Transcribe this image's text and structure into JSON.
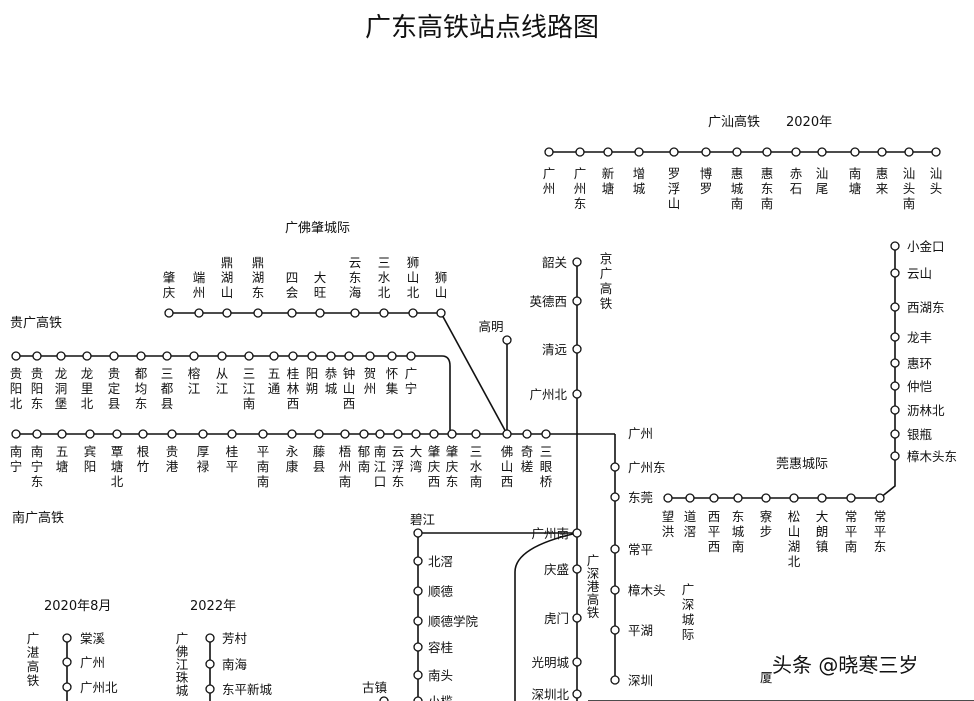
{
  "title": "广东高铁站点线路图",
  "watermark": "头条 @晓寒三岁",
  "lines": {
    "shantou": {
      "name": "广汕高铁",
      "year": "2020年",
      "stations": [
        "广\n州",
        "广\n州\n东",
        "新\n塘",
        "增\n城",
        "罗\n浮\n山",
        "博\n罗",
        "惠\n城\n南",
        "惠\n东\n南",
        "赤\n石",
        "汕\n尾",
        "南\n塘",
        "惠\n来",
        "汕\n头\n南",
        "汕\n头"
      ]
    },
    "foshan_zhaoqing": {
      "name": "广佛肇城际",
      "stations": [
        "肇\n庆",
        "端\n州",
        "鼎\n湖\n山",
        "鼎\n湖\n东",
        "四\n会",
        "大\n旺",
        "云\n东\n海",
        "三\n水\n北",
        "狮\n山\n北",
        "狮\n山"
      ]
    },
    "guiguang": {
      "name": "贵广高铁",
      "stations": [
        "贵\n阳\n北",
        "贵\n阳\n东",
        "龙\n洞\n堡",
        "龙\n里\n北",
        "贵\n定\n县",
        "都\n均\n东",
        "三\n都\n县",
        "榕\n江",
        "从\n江",
        "三\n江\n南",
        "五\n通",
        "桂\n林\n西",
        "阳\n朔",
        "恭\n城",
        "钟\n山\n西",
        "贺\n州",
        "怀\n集",
        "广\n宁"
      ]
    },
    "nanguang": {
      "name": "南广高铁",
      "stations": [
        "南\n宁",
        "南\n宁\n东",
        "五\n塘",
        "宾\n阳",
        "覃\n塘\n北",
        "根\n竹",
        "贵\n港",
        "厚\n禄",
        "桂\n平",
        "平\n南\n南",
        "永\n康",
        "藤\n县",
        "梧\n州\n南",
        "郁\n南",
        "南\n江\n口",
        "云\n浮\n东",
        "大\n湾",
        "肇\n庆\n西",
        "肇\n庆\n东",
        "三\n水\n南",
        "佛\n山\n西",
        "奇\n槎",
        "三\n眼\n桥"
      ],
      "terminal": "广州"
    },
    "gaoming": "高明",
    "jingguang": {
      "name": "京\n广\n高\n铁",
      "stations": [
        "韶关",
        "英德西",
        "清远",
        "广州北"
      ]
    },
    "guangshen": {
      "stations": [
        "广州东",
        "东莞",
        "常平",
        "樟木头",
        "平湖",
        "深圳"
      ],
      "name": "广\n深\n城\n际"
    },
    "dongguan_huizhou": {
      "name": "莞惠城际",
      "stations": [
        "小金口",
        "云山",
        "西湖东",
        "龙丰",
        "惠环",
        "仲恺",
        "沥林北",
        "银瓶",
        "樟木头东"
      ],
      "lower_stations": [
        "望\n洪",
        "道\n滘",
        "西\n平\n西",
        "东\n城\n南",
        "寮\n步",
        "松\n山\n湖\n北",
        "大\n朗\n镇",
        "常\n平\n南",
        "常\n平\n东"
      ]
    },
    "guangshengang": {
      "name": "广\n深\n港\n高\n铁",
      "stations": [
        "广州南",
        "庆盛",
        "虎门",
        "光明城",
        "深圳北"
      ]
    },
    "zhujiang": {
      "top": "碧江",
      "stations": [
        "北滘",
        "顺德",
        "顺德学院",
        "容桂",
        "南头",
        "小榄"
      ],
      "branch": "古镇"
    },
    "zhanjiang": {
      "date": "2020年8月",
      "name": "广\n湛\n高\n铁",
      "stations": [
        "棠溪",
        "广州",
        "广州北"
      ]
    },
    "fozhu": {
      "date": "2022年",
      "name": "广\n佛\n江\n珠\n城",
      "stations": [
        "芳村",
        "南海",
        "东平新城"
      ]
    },
    "xiamen_partial": "厦"
  },
  "colors": {
    "line": "#111111",
    "background": "#ffffff"
  }
}
